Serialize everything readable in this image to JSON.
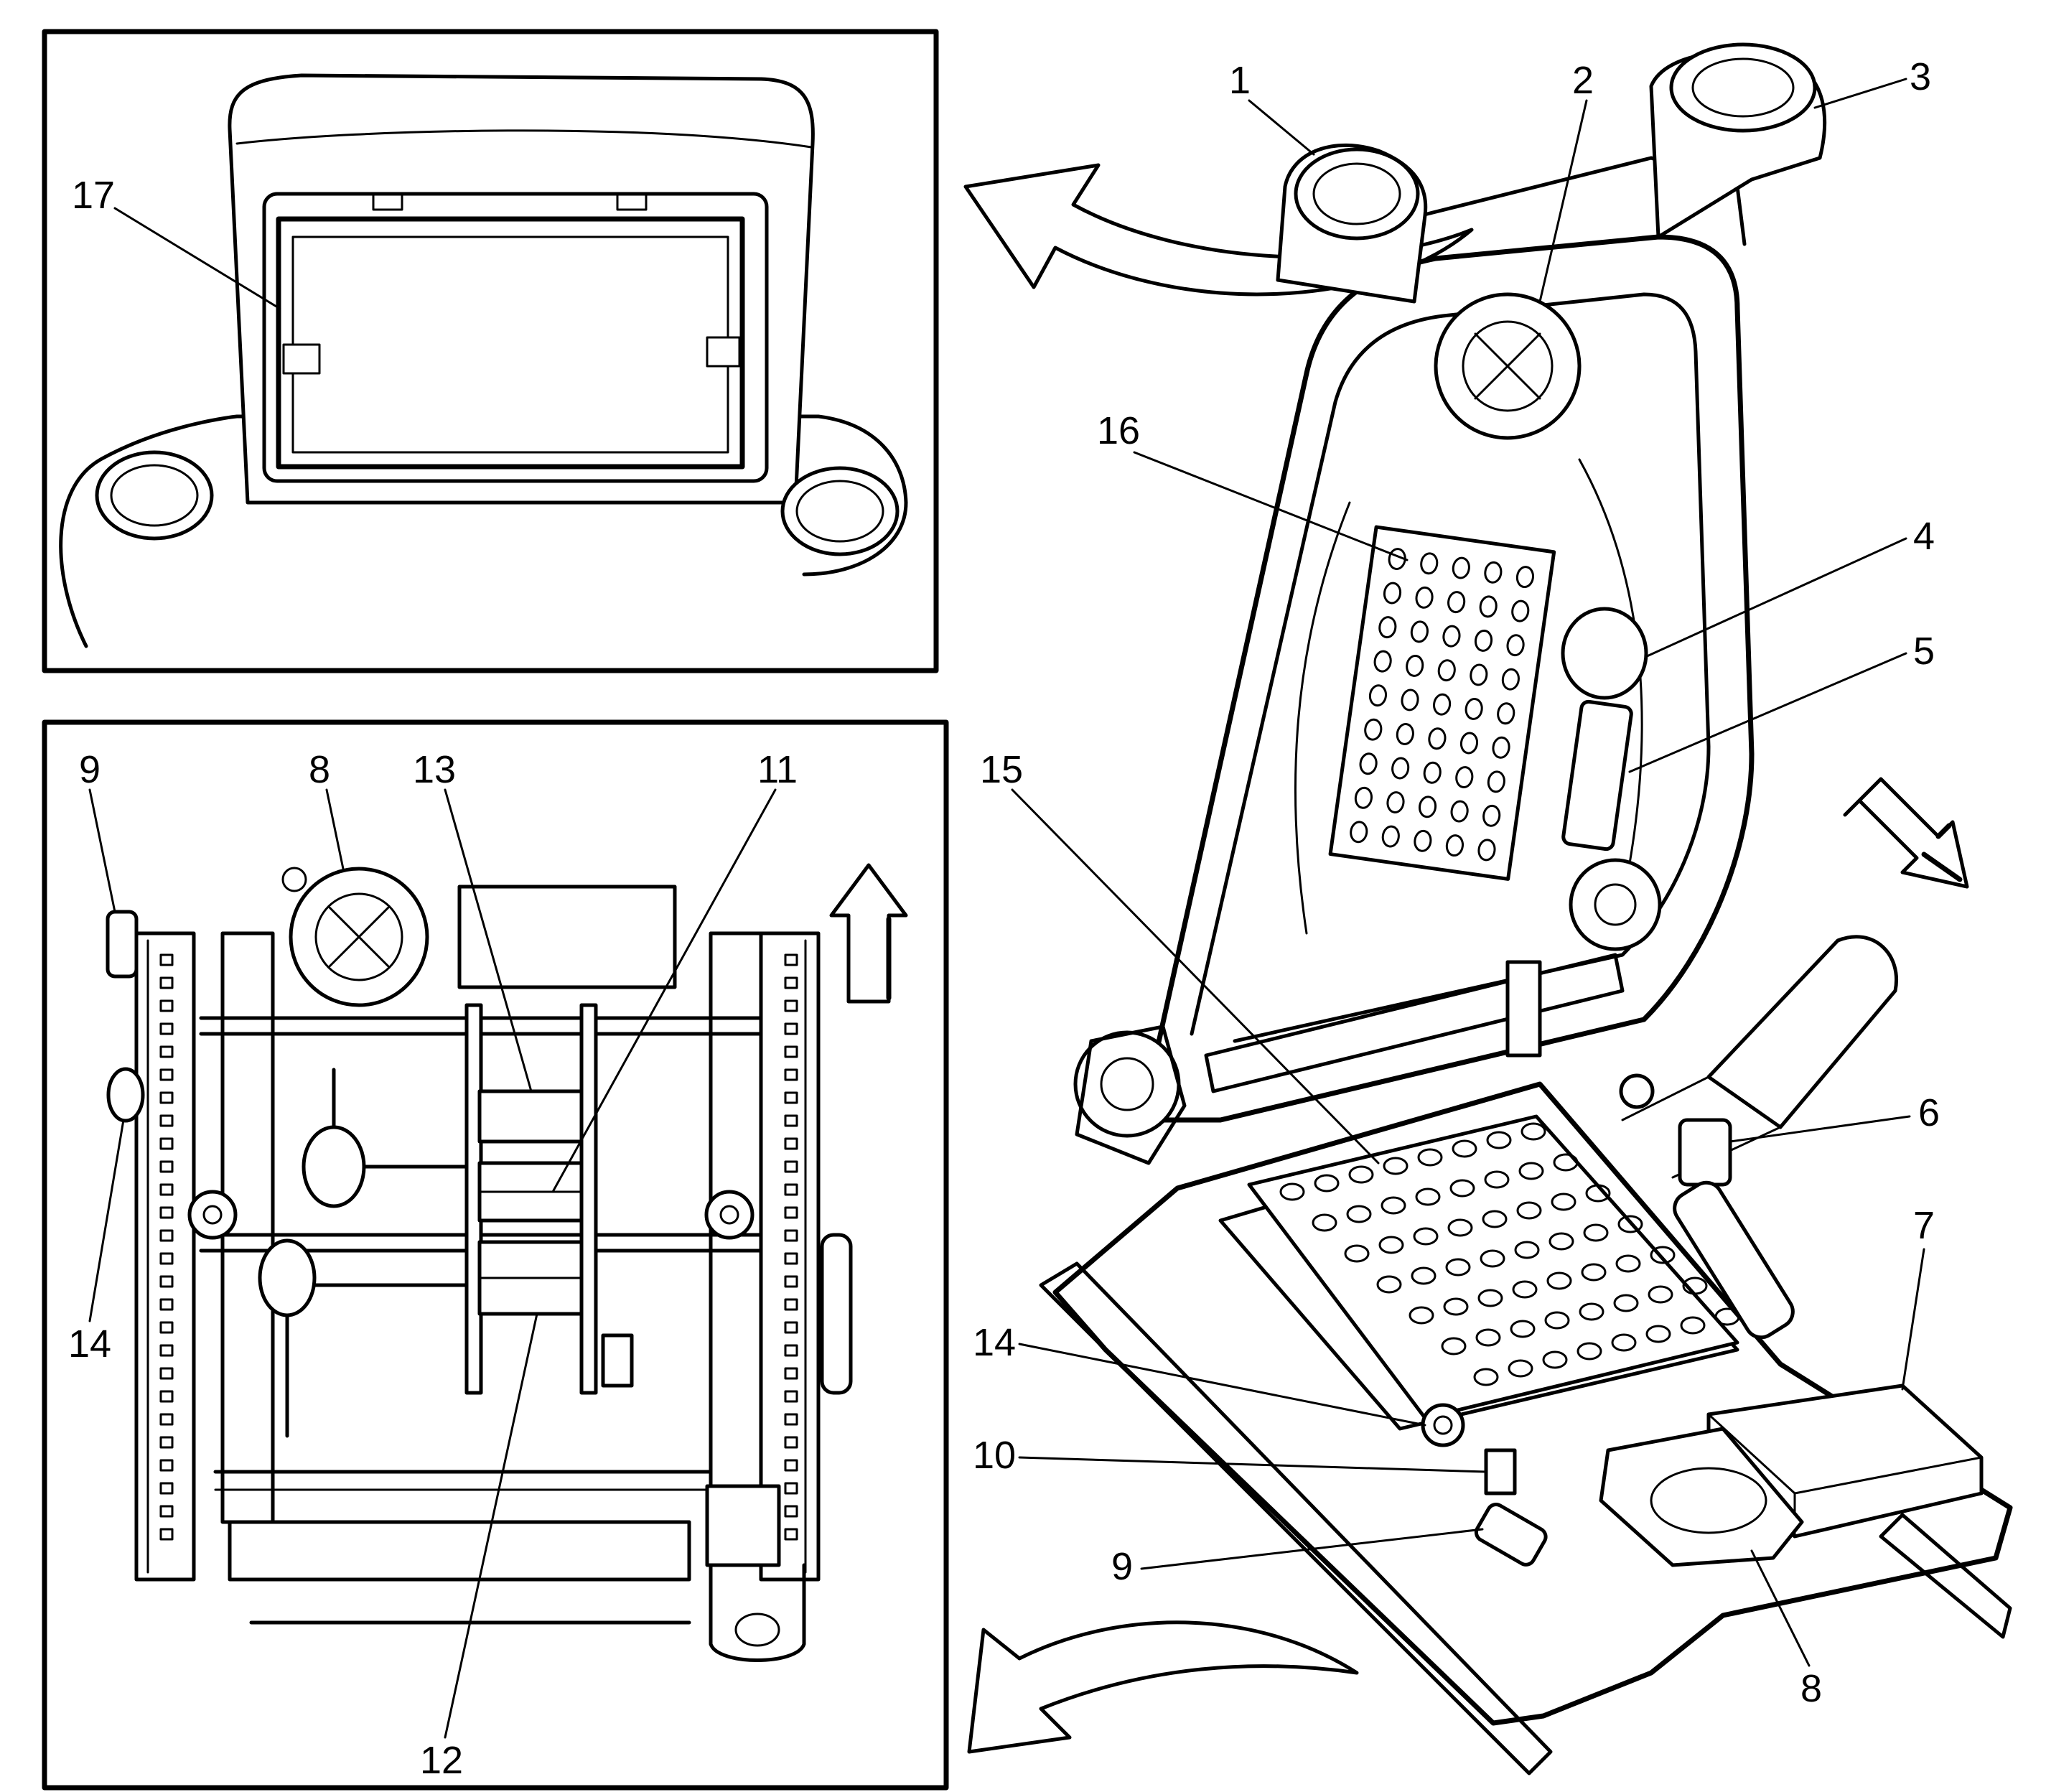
{
  "callouts": {
    "c1": "1",
    "c2": "2",
    "c3": "3",
    "c4": "4",
    "c5": "5",
    "c6": "6",
    "c7": "7",
    "c8_main": "8",
    "c8_inset": "8",
    "c9_main": "9",
    "c9_inset": "9",
    "c10": "10",
    "c11": "11",
    "c12": "12",
    "c13": "13",
    "c14_main": "14",
    "c14_inset": "14",
    "c15": "15",
    "c16": "16",
    "c17": "17"
  },
  "colors": {
    "ink": "#000000",
    "paper": "#ffffff"
  }
}
